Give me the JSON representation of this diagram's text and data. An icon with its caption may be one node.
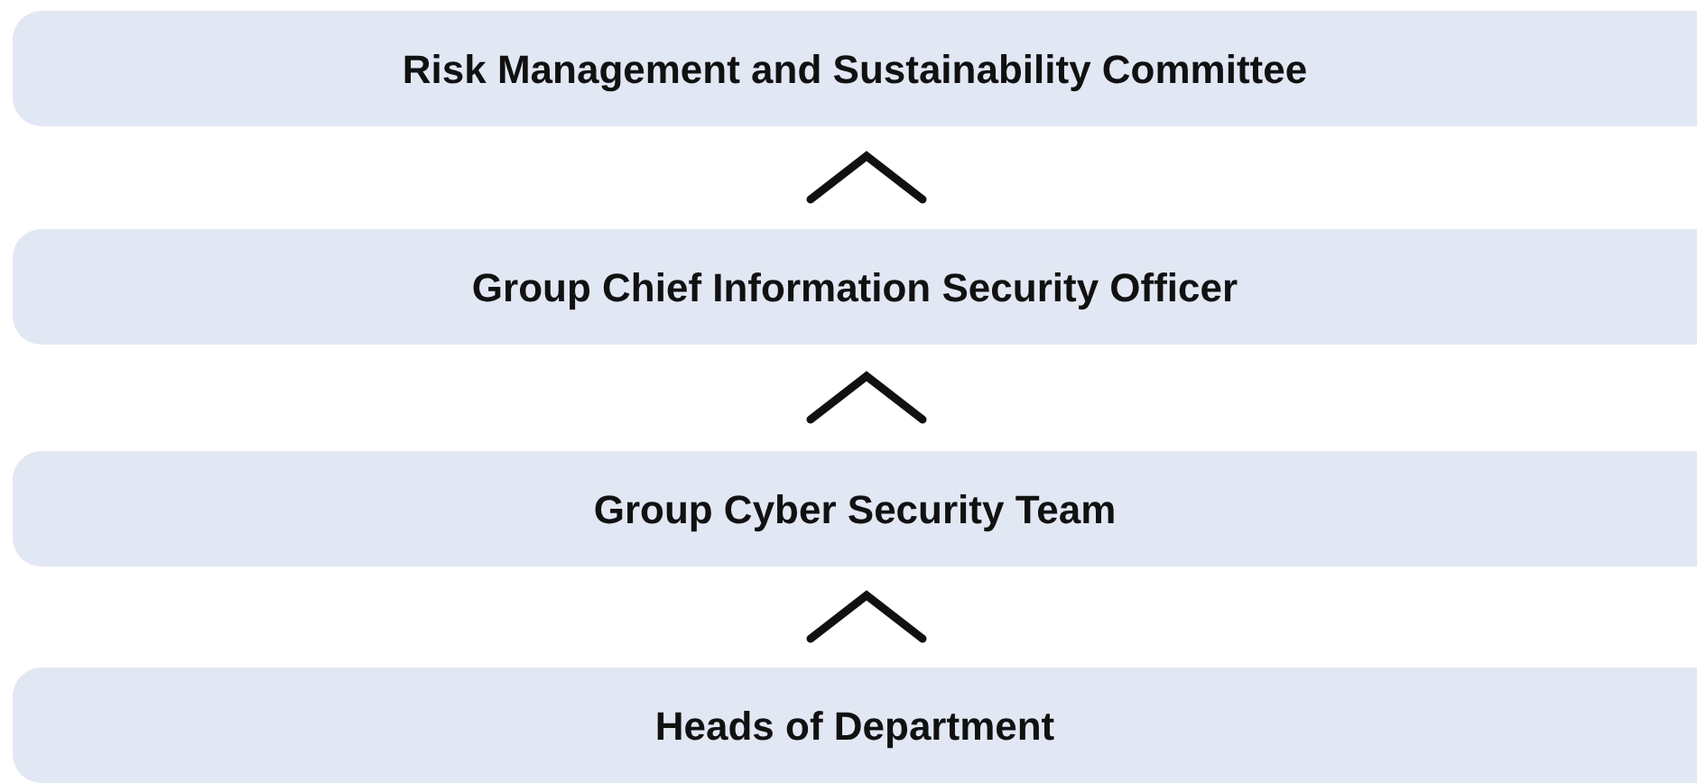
{
  "diagram": {
    "nodes": [
      {
        "text": [
          "Risk Management and Sustainability Committee"
        ]
      },
      {
        "text": [
          "Group Chief Information Security Officer"
        ]
      },
      {
        "text": [
          "Group Cyber Security Team"
        ]
      },
      {
        "text": [
          "Heads of Department"
        ]
      }
    ],
    "edges": [
      {
        "from": 1,
        "to": 0,
        "arrow": "to"
      },
      {
        "from": 2,
        "to": 1,
        "arrow": "to"
      },
      {
        "from": 3,
        "to": 2,
        "arrow": "to"
      }
    ]
  }
}
